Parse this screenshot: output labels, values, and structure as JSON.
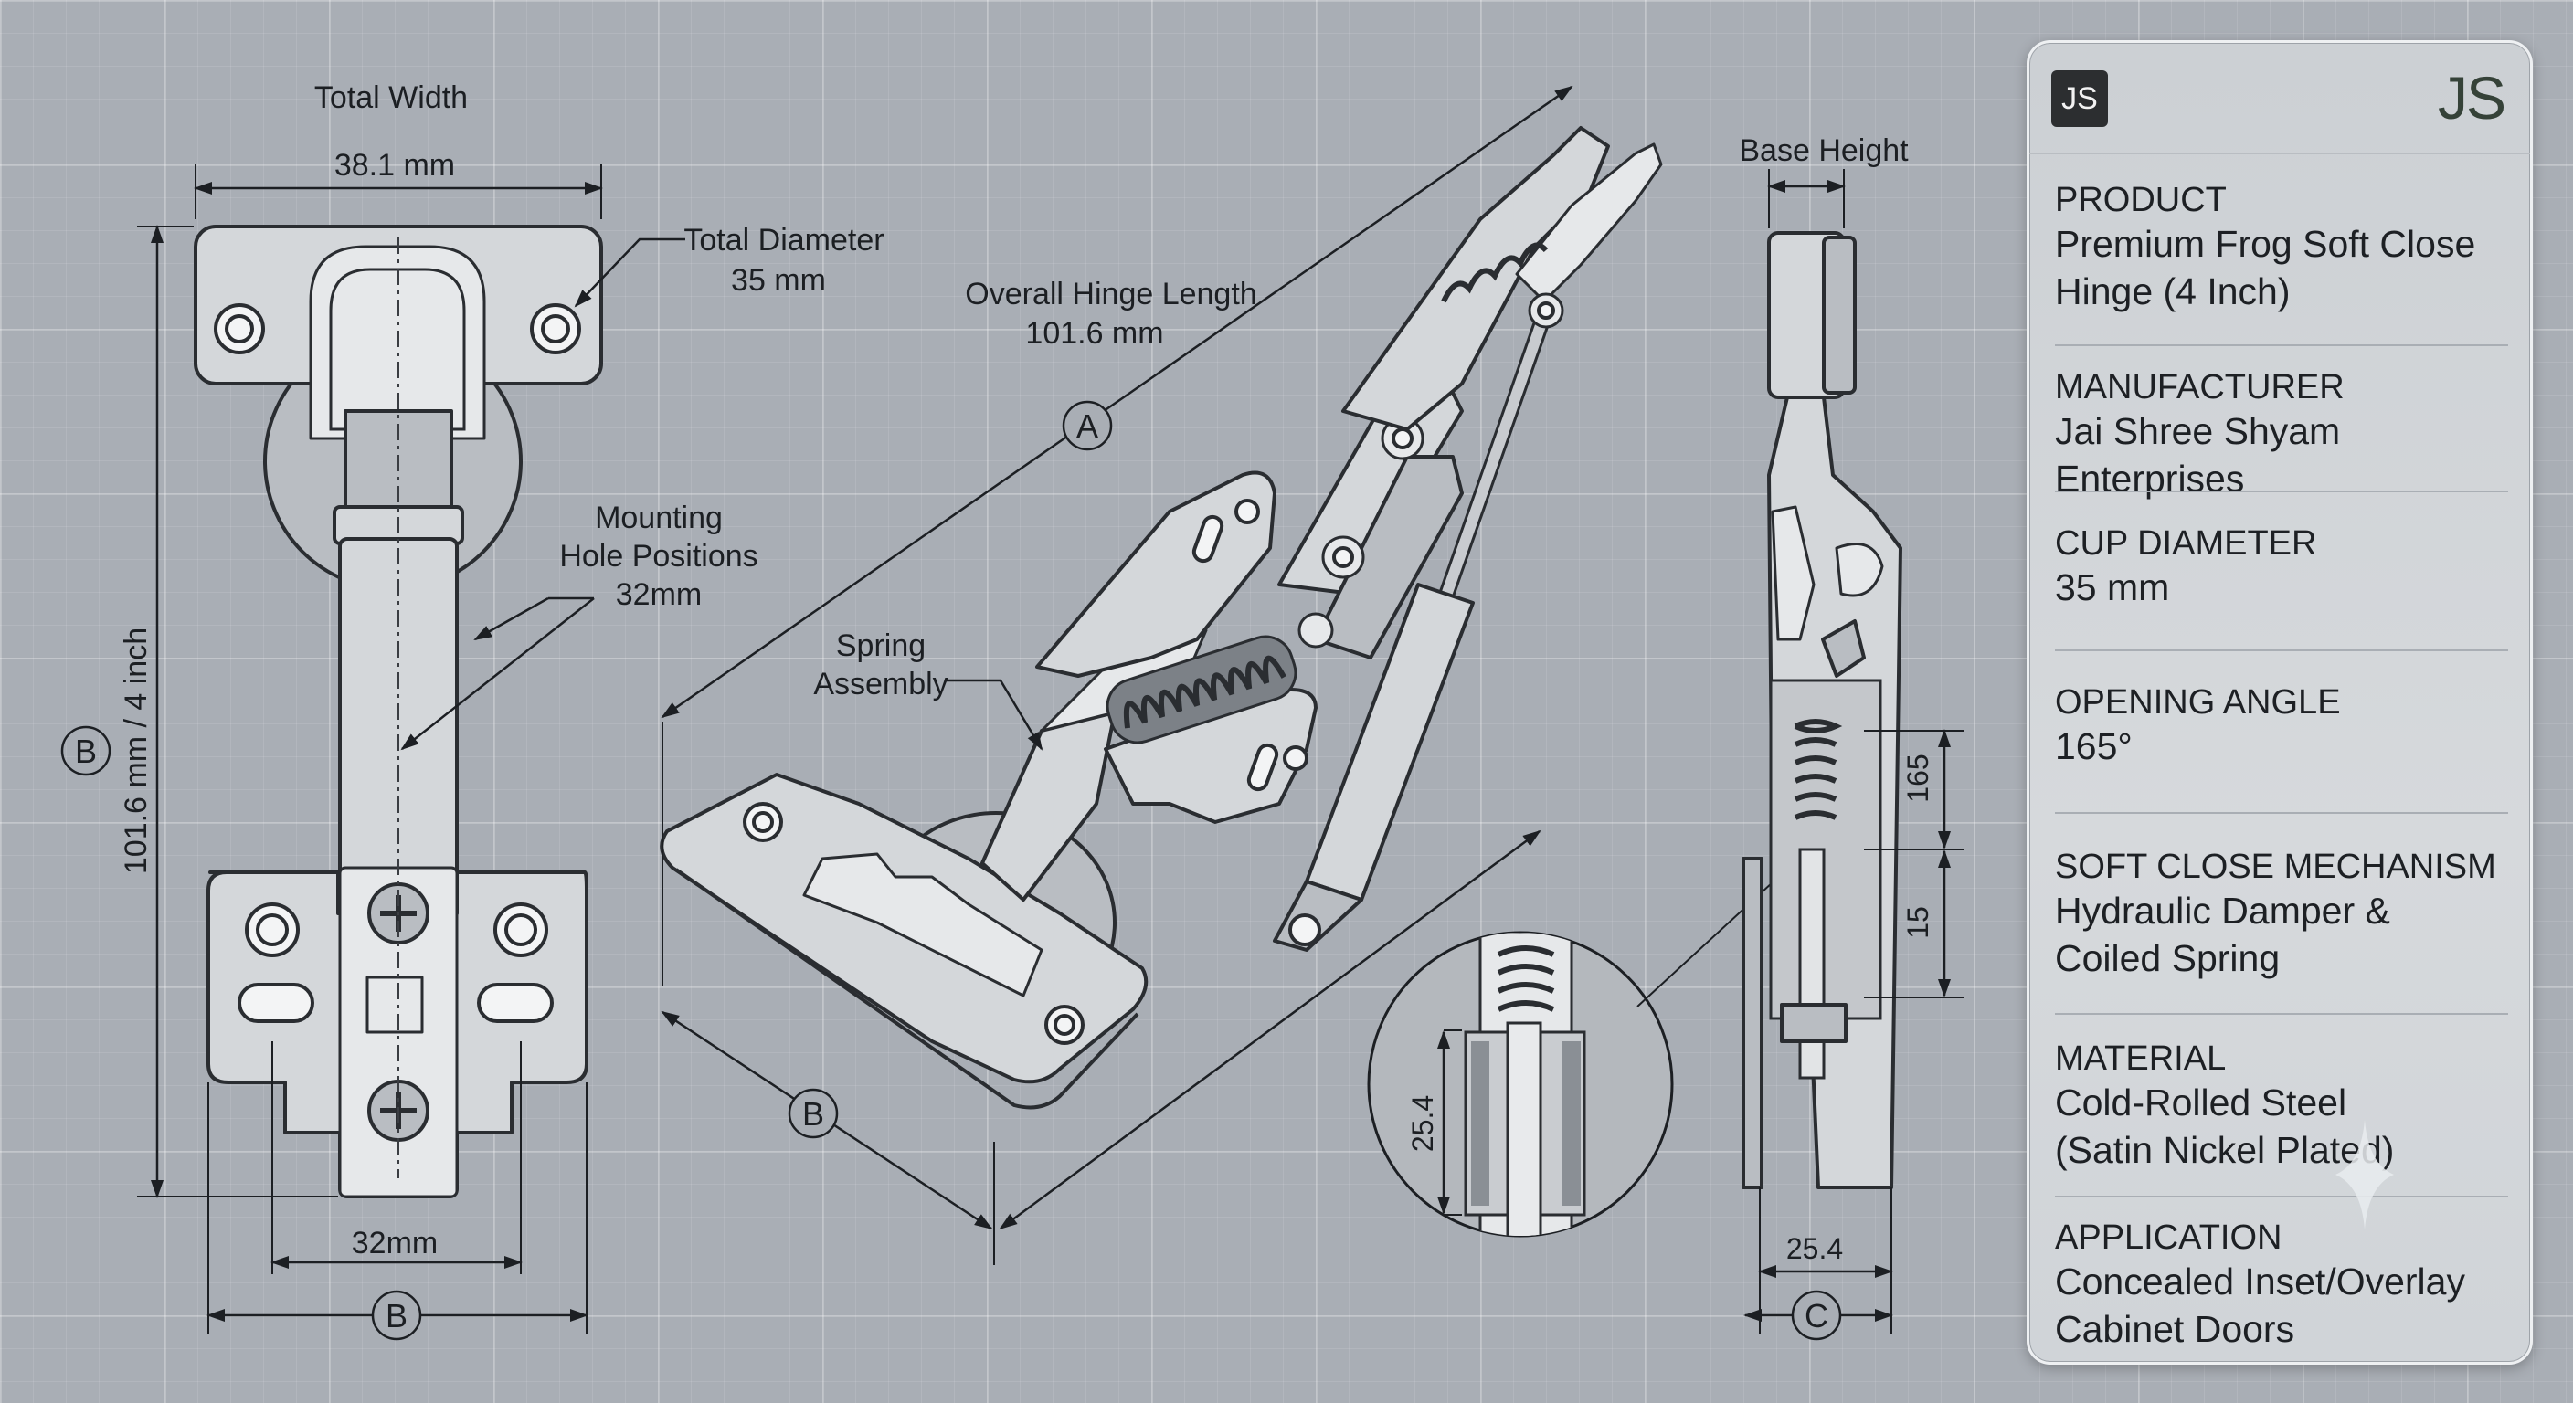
{
  "labels": {
    "total_width_title": "Total Width",
    "total_width_value": "38.1 mm",
    "total_diameter_title": "Total Diameter",
    "total_diameter_value": "35 mm",
    "mounting_line1": "Mounting",
    "mounting_line2": "Hole Positions",
    "mounting_value": "32mm",
    "height_value": "101.6 mm / 4 inch",
    "bottom_32": "32mm",
    "overall_title": "Overall Hinge Length",
    "overall_value": "101.6 mm",
    "spring_line1": "Spring",
    "spring_line2": "Assembly",
    "base_height": "Base Height",
    "dim_165": "165",
    "dim_15": "15",
    "dim_25_4_detail": "25.4",
    "dim_25_4_bottom": "25.4",
    "marker_a": "A",
    "marker_b": "B",
    "marker_c": "C"
  },
  "panel": {
    "logo_box": "JS",
    "logo_text": "JS",
    "specs": [
      {
        "label": "PRODUCT",
        "value_lines": [
          "Premium Frog Soft Close",
          "Hinge (4 Inch)"
        ]
      },
      {
        "label": "MANUFACTURER",
        "value_lines": [
          "Jai Shree Shyam Enterprises"
        ]
      },
      {
        "label": "CUP DIAMETER",
        "value_lines": [
          "35 mm"
        ]
      },
      {
        "label": "OPENING ANGLE",
        "value_lines": [
          "165°"
        ]
      },
      {
        "label": "SOFT CLOSE MECHANISM",
        "value_lines": [
          "Hydraulic Damper &",
          "Coiled Spring"
        ]
      },
      {
        "label": "MATERIAL",
        "value_lines": [
          "Cold-Rolled Steel",
          "(Satin Nickel Plated)"
        ]
      },
      {
        "label": "APPLICATION",
        "value_lines": [
          "Concealed Inset/Overlay",
          "Cabinet Doors"
        ]
      }
    ]
  },
  "colors": {
    "background": "#a9aeb5",
    "panel": "#d2d5d8",
    "ink": "#1c1f23",
    "metal": "#d4d7da"
  }
}
